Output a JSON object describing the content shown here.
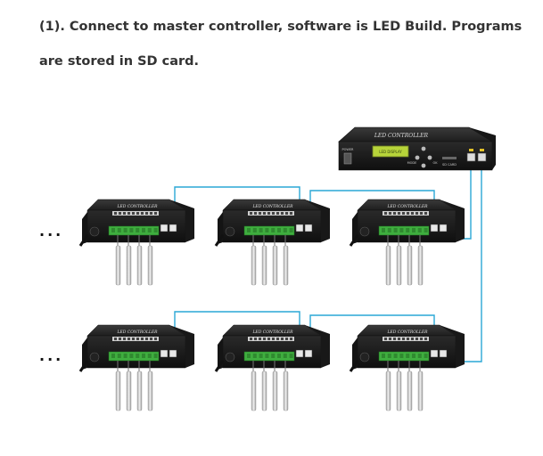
{
  "caption": {
    "line1": "(1). Connect to master controller, software is LED Build. Programs",
    "line2": "are stored in SD card."
  },
  "diagram": {
    "master": {
      "label": "LED CONTROLLER",
      "display": "LED DISPLAY",
      "mode_label": "MODE",
      "sd_label": "SD CARD",
      "power_label": "POWER",
      "ok_label": "OK"
    },
    "slave_label": "LED CONTROLLER",
    "ellipsis": "...",
    "colors": {
      "cable": "#2aa7d6",
      "body_dark": "#1b1b1b",
      "body_mid": "#2e2e2e",
      "terminal": "#3fae3f",
      "tube": "#c9c9c9"
    }
  }
}
